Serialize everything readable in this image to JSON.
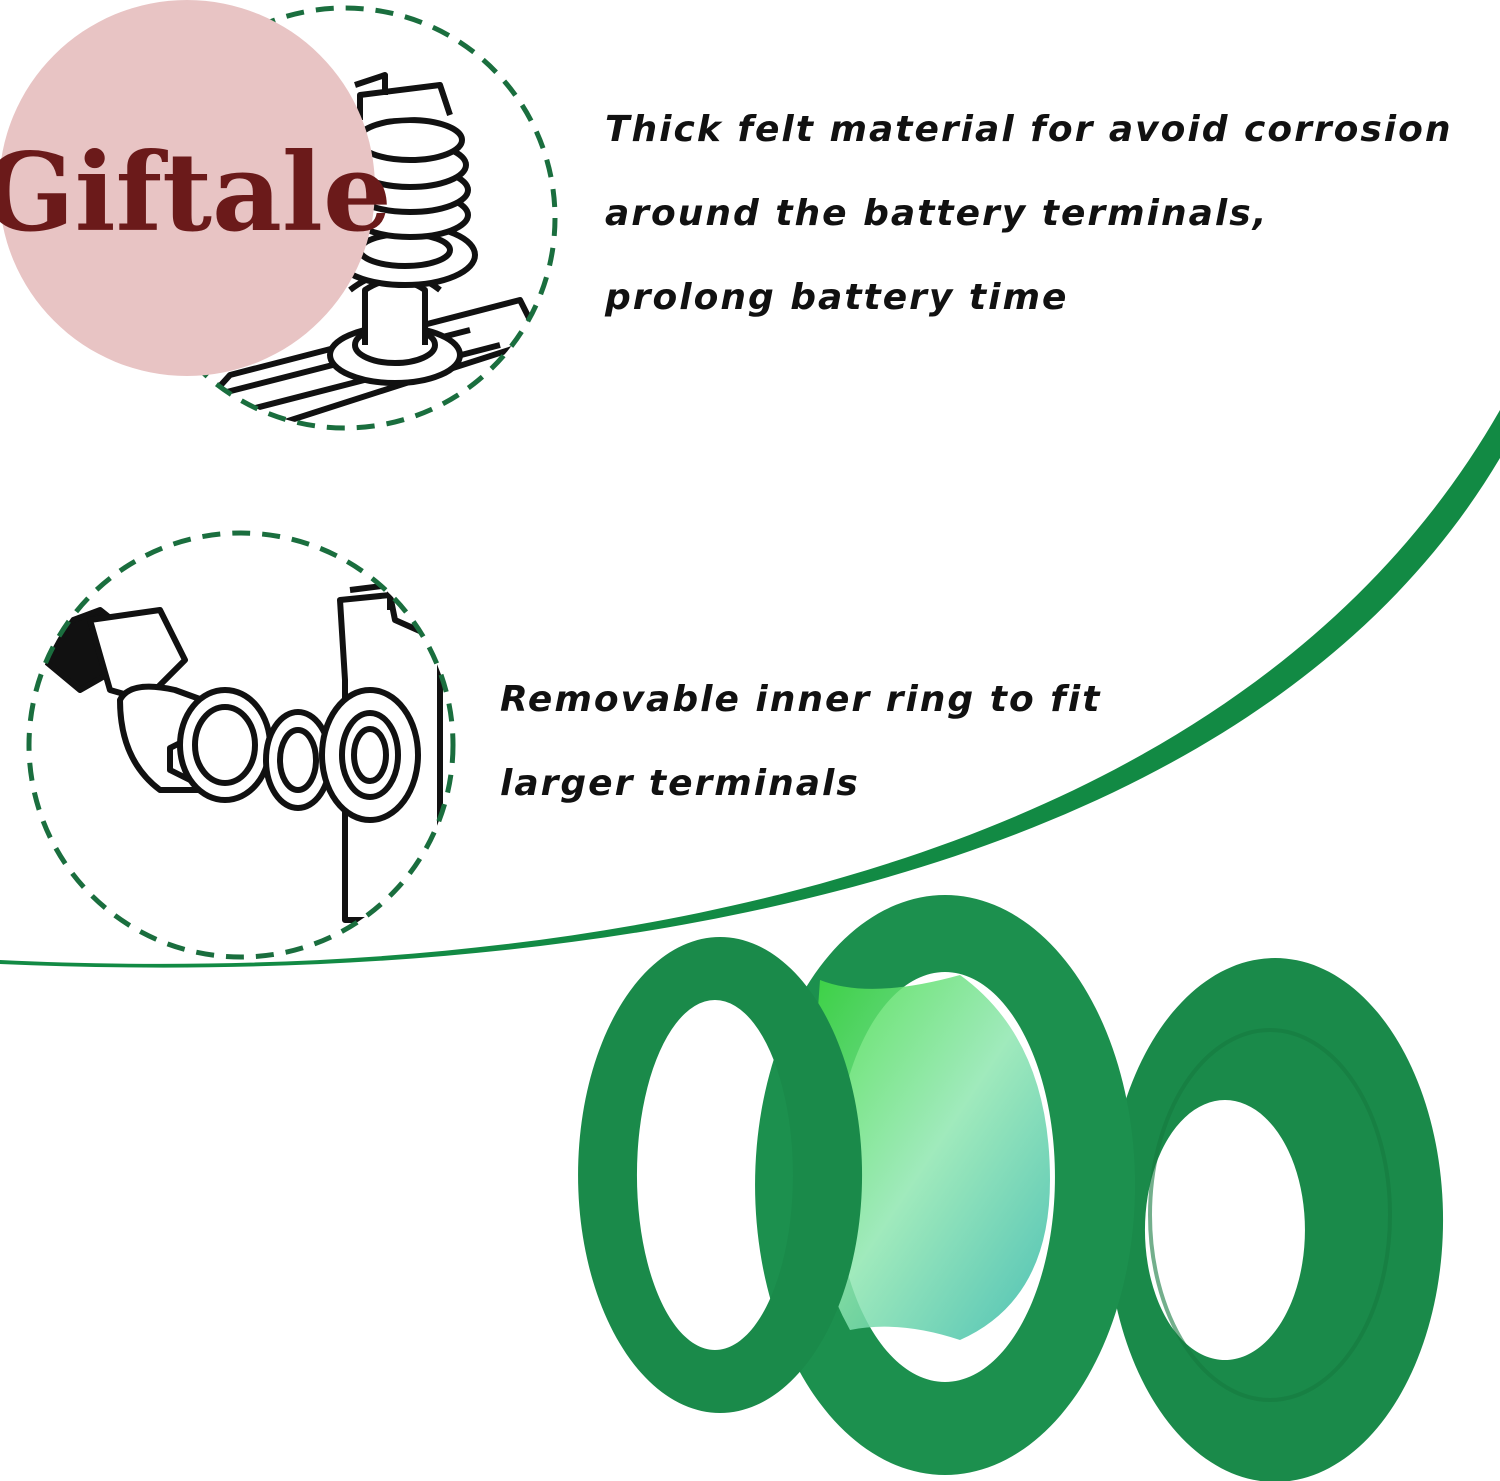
{
  "brand": {
    "name": "Giftale",
    "badge_color": "#e8c4c4",
    "text_color": "#6b1a1a"
  },
  "features": [
    {
      "lines": [
        "Thick felt material for avoid corrosion",
        "around the battery terminals,",
        "prolong battery time"
      ],
      "icon": "battery-post-spring-illustration"
    },
    {
      "lines": [
        "Removable inner ring to fit",
        "larger terminals"
      ],
      "icon": "cable-clamp-washer-illustration"
    }
  ],
  "product": {
    "icon": "green-felt-washers",
    "color": "#1a8a4a"
  },
  "colors": {
    "accent_green": "#128a44",
    "felt_green": "#1a8a4a",
    "background": "#ffffff"
  }
}
